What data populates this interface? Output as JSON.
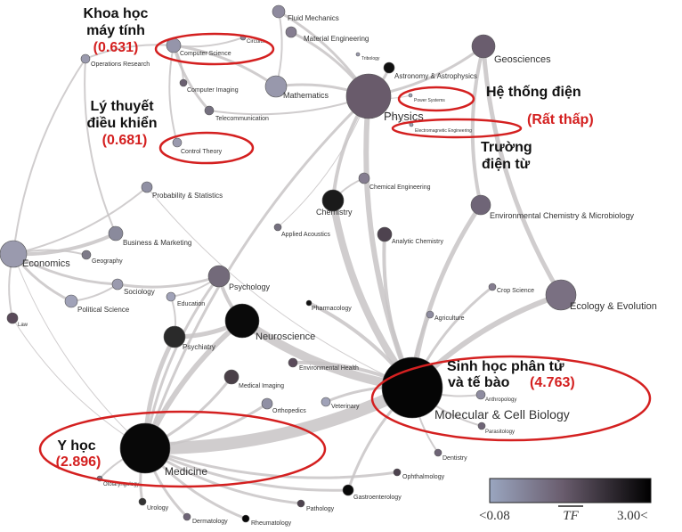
{
  "nodes": [
    {
      "name": "Fluid Mechanics",
      "color": "#8e8a9e"
    },
    {
      "name": "Material Engineering",
      "color": "#857d90"
    },
    {
      "name": "Circuits",
      "color": "#8a8a9c"
    },
    {
      "name": "Computer Science",
      "color": "#9595aa"
    },
    {
      "name": "Operations Research",
      "color": "#9a9aae"
    },
    {
      "name": "Tribology",
      "color": "#9a9aae"
    },
    {
      "name": "Astronomy & Astrophysics",
      "color": "#111111"
    },
    {
      "name": "Geosciences",
      "color": "#6a5d6e"
    },
    {
      "name": "Computer Imaging",
      "color": "#6a6070"
    },
    {
      "name": "Mathematics",
      "color": "#9898ac"
    },
    {
      "name": "Physics",
      "color": "#695b6b"
    },
    {
      "name": "Power Systems",
      "color": "#9aa0b4"
    },
    {
      "name": "Telecommunication",
      "color": "#75707f"
    },
    {
      "name": "Electromagnetic Engineering",
      "color": "#9aa0b4"
    },
    {
      "name": "Control Theory",
      "color": "#9a9aae"
    },
    {
      "name": "Chemical Engineering",
      "color": "#857d90"
    },
    {
      "name": "Probability & Statistics",
      "color": "#9090a4"
    },
    {
      "name": "Chemistry",
      "color": "#1a1a1a"
    },
    {
      "name": "Environmental Chemistry & Microbiology",
      "color": "#6f6577"
    },
    {
      "name": "Applied Acoustics",
      "color": "#75707f"
    },
    {
      "name": "Analytic Chemistry",
      "color": "#4e434f"
    },
    {
      "name": "Business & Marketing",
      "color": "#8a8a9c"
    },
    {
      "name": "Economics",
      "color": "#9a9aae"
    },
    {
      "name": "Geography",
      "color": "#7d7a88"
    },
    {
      "name": "Sociology",
      "color": "#9a9aae"
    },
    {
      "name": "Political Science",
      "color": "#a0a2b8"
    },
    {
      "name": "Psychology",
      "color": "#736a7a"
    },
    {
      "name": "Education",
      "color": "#a0a2b8"
    },
    {
      "name": "Crop Science",
      "color": "#857d90"
    },
    {
      "name": "Ecology & Evolution",
      "color": "#7a7082"
    },
    {
      "name": "Law",
      "color": "#5a4a5a"
    },
    {
      "name": "Pharmacology",
      "color": "#111111"
    },
    {
      "name": "Neuroscience",
      "color": "#0a0a0a"
    },
    {
      "name": "Agriculture",
      "color": "#8e8ca0"
    },
    {
      "name": "Psychiatry",
      "color": "#2a2a2a"
    },
    {
      "name": "Environmental Health",
      "color": "#5a4a5a"
    },
    {
      "name": "Molecular & Cell Biology",
      "color": "#050505"
    },
    {
      "name": "Medical Imaging",
      "color": "#4a4048"
    },
    {
      "name": "Anthropology",
      "color": "#8e8ca0"
    },
    {
      "name": "Orthopedics",
      "color": "#9090a4"
    },
    {
      "name": "Veterinary",
      "color": "#a0a2b8"
    },
    {
      "name": "Parasitology",
      "color": "#6f6577"
    },
    {
      "name": "Medicine",
      "color": "#080808"
    },
    {
      "name": "Dentistry",
      "color": "#6f6577"
    },
    {
      "name": "Otolaryngology",
      "color": "#7d7a88"
    },
    {
      "name": "Ophthalmology",
      "color": "#4e434f"
    },
    {
      "name": "Gastroenterology",
      "color": "#080808"
    },
    {
      "name": "Urology",
      "color": "#333333"
    },
    {
      "name": "Pathology",
      "color": "#4e434f"
    },
    {
      "name": "Dermatology",
      "color": "#6f6577"
    },
    {
      "name": "Rheumatology",
      "color": "#080808"
    }
  ],
  "edges": [
    [
      "Physics",
      "Mathematics",
      3
    ],
    [
      "Physics",
      "Chemistry",
      4
    ],
    [
      "Physics",
      "Molecular & Cell Biology",
      6
    ],
    [
      "Physics",
      "Geosciences",
      3
    ],
    [
      "Physics",
      "Astronomy & Astrophysics",
      3
    ],
    [
      "Physics",
      "Fluid Mechanics",
      3
    ],
    [
      "Physics",
      "Material Engineering",
      3
    ],
    [
      "Physics",
      "Medicine",
      3
    ],
    [
      "Mathematics",
      "Computer Science",
      3
    ],
    [
      "Mathematics",
      "Fluid Mechanics",
      2
    ],
    [
      "Computer Science",
      "Operations Research",
      2
    ],
    [
      "Computer Science",
      "Telecommunication",
      3
    ],
    [
      "Computer Science",
      "Circuits",
      2
    ],
    [
      "Computer Science",
      "Control Theory",
      2
    ],
    [
      "Operations Research",
      "Economics",
      2
    ],
    [
      "Operations Research",
      "Business & Marketing",
      2
    ],
    [
      "Economics",
      "Business & Marketing",
      4
    ],
    [
      "Economics",
      "Sociology",
      3
    ],
    [
      "Economics",
      "Political Science",
      3
    ],
    [
      "Economics",
      "Law",
      2
    ],
    [
      "Economics",
      "Probability & Statistics",
      2
    ],
    [
      "Sociology",
      "Psychology",
      3
    ],
    [
      "Psychology",
      "Neuroscience",
      4
    ],
    [
      "Psychology",
      "Medicine",
      3
    ],
    [
      "Psychiatry",
      "Neuroscience",
      5
    ],
    [
      "Psychiatry",
      "Medicine",
      5
    ],
    [
      "Neuroscience",
      "Molecular & Cell Biology",
      10
    ],
    [
      "Neuroscience",
      "Medicine",
      6
    ],
    [
      "Medicine",
      "Molecular & Cell Biology",
      14
    ],
    [
      "Chemistry",
      "Molecular & Cell Biology",
      8
    ],
    [
      "Analytic Chemistry",
      "Molecular & Cell Biology",
      4
    ],
    [
      "Environmental Chemistry & Microbiology",
      "Molecular & Cell Biology",
      5
    ],
    [
      "Ecology & Evolution",
      "Molecular & Cell Biology",
      6
    ],
    [
      "Geosciences",
      "Ecology & Evolution",
      5
    ],
    [
      "Geosciences",
      "Environmental Chemistry & Microbiology",
      4
    ],
    [
      "Crop Science",
      "Molecular & Cell Biology",
      3
    ],
    [
      "Agriculture",
      "Molecular & Cell Biology",
      3
    ],
    [
      "Medicine",
      "Otolaryngology",
      2
    ],
    [
      "Medicine",
      "Urology",
      3
    ],
    [
      "Medicine",
      "Dermatology",
      3
    ],
    [
      "Medicine",
      "Rheumatology",
      3
    ],
    [
      "Medicine",
      "Pathology",
      3
    ],
    [
      "Medicine",
      "Gastroenterology",
      3
    ],
    [
      "Medicine",
      "Ophthalmology",
      3
    ],
    [
      "Medicine",
      "Medical Imaging",
      3
    ],
    [
      "Medicine",
      "Orthopedics",
      3
    ],
    [
      "Molecular & Cell Biology",
      "Pharmacology",
      4
    ],
    [
      "Molecular & Cell Biology",
      "Veterinary",
      3
    ],
    [
      "Molecular & Cell Biology",
      "Parasitology",
      2
    ],
    [
      "Molecular & Cell Biology",
      "Anthropology",
      2
    ],
    [
      "Molecular & Cell Biology",
      "Dentistry",
      2
    ],
    [
      "Molecular & Cell Biology",
      "Gastroenterology",
      3
    ],
    [
      "Molecular & Cell Biology",
      "Environmental Health",
      4
    ],
    [
      "Physics",
      "Power Systems",
      1
    ],
    [
      "Physics",
      "Electromagnetic Engineering",
      1
    ],
    [
      "Chemical Engineering",
      "Chemistry",
      2
    ],
    [
      "Applied Acoustics",
      "Physics",
      1
    ],
    [
      "Probability & Statistics",
      "Molecular & Cell Biology",
      1
    ],
    [
      "Telecommunication",
      "Physics",
      2
    ],
    [
      "Education",
      "Psychology",
      2
    ],
    [
      "Psychiatry",
      "Education",
      2
    ],
    [
      "Law",
      "Medicine",
      1
    ],
    [
      "Economics",
      "Medicine",
      1
    ],
    [
      "Political Science",
      "Sociology",
      2
    ],
    [
      "Geography",
      "Economics",
      2
    ],
    [
      "Computer Imaging",
      "Computer Science",
      2
    ]
  ],
  "annotations": {
    "cs_title_1": "Khoa học",
    "cs_title_2": "máy tính",
    "cs_value": "(0.631)",
    "ct_title_1": "Lý thuyết",
    "ct_title_2": "điều khiển",
    "ct_value": "(0.681)",
    "ps_title": "Hệ thống điện",
    "ps_value": "(Rất thấp)",
    "em_title_1": "Trường",
    "em_title_2": "điện từ",
    "mcb_title_1": "Sinh học phân tử",
    "mcb_title_2": "và tế bào",
    "mcb_value": "(4.763)",
    "med_title": "Y học",
    "med_value": "(2.896)"
  },
  "colorbar": {
    "min_label": "<0.08",
    "title": "TF",
    "max_label": "3.00<",
    "color_low": "#9aa6c0",
    "color_high": "#000000"
  },
  "colors": {
    "highlight": "#d42020",
    "edge": "#c8c4c6"
  }
}
